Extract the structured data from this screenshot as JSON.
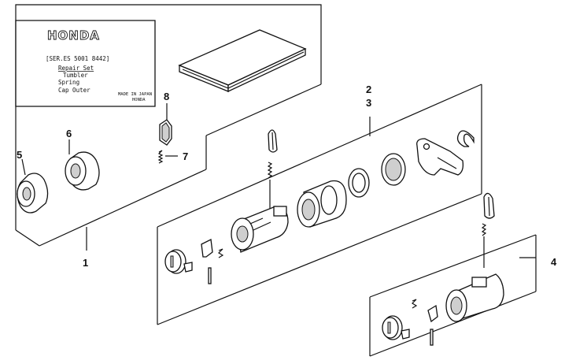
{
  "callouts": {
    "c1": "1",
    "c2": "2",
    "c3": "3",
    "c4": "4",
    "c5": "5",
    "c6": "6",
    "c7": "7",
    "c8": "8"
  },
  "repair_card": {
    "brand": "HONDA",
    "series_line": "[SER.ES 5001 8442]",
    "heading": "Repair Set",
    "items": [
      "Tumbler",
      "Spring",
      "Cap Outer"
    ],
    "footer_line1": "MADE IN JAPAN",
    "footer_line2": "HONDA"
  }
}
